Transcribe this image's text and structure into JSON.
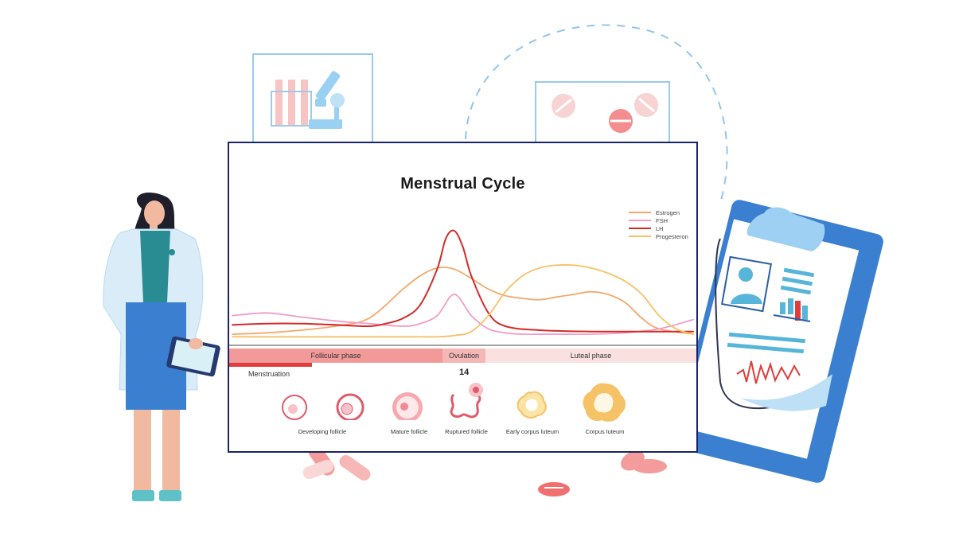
{
  "chart_data": {
    "type": "line",
    "title": "Menstrual Cycle",
    "x_range": [
      1,
      28
    ],
    "legend_position": "top-right",
    "series": [
      {
        "name": "Estrogen",
        "color": "#f4a86c",
        "x": [
          1,
          3,
          5,
          7,
          9,
          11,
          12,
          13,
          14,
          15,
          16,
          17,
          18,
          19,
          20,
          21,
          22,
          23,
          24,
          25,
          26,
          28
        ],
        "y": [
          6,
          7,
          9,
          12,
          18,
          40,
          50,
          56,
          55,
          48,
          40,
          35,
          33,
          32,
          34,
          36,
          38,
          36,
          30,
          18,
          10,
          6
        ]
      },
      {
        "name": "FSH",
        "color": "#ee9ec8",
        "x": [
          1,
          3,
          5,
          7,
          9,
          11,
          12,
          13,
          14,
          15,
          16,
          17,
          18,
          20,
          22,
          24,
          26,
          28
        ],
        "y": [
          20,
          22,
          19,
          16,
          14,
          12,
          14,
          20,
          36,
          20,
          10,
          7,
          6,
          6,
          6,
          7,
          10,
          17
        ]
      },
      {
        "name": "LH",
        "color": "#d42a2a",
        "x": [
          1,
          3,
          5,
          7,
          9,
          10,
          11,
          12,
          13,
          13.5,
          14,
          14.5,
          15,
          16,
          17,
          19,
          22,
          25,
          28
        ],
        "y": [
          13,
          14,
          14,
          13,
          12,
          14,
          18,
          28,
          55,
          78,
          84,
          72,
          50,
          22,
          12,
          9,
          8,
          8,
          8
        ]
      },
      {
        "name": "Progesteron",
        "color": "#f5c266",
        "x": [
          1,
          5,
          9,
          12,
          13,
          14,
          15,
          16,
          17,
          18,
          19,
          20,
          21,
          22,
          23,
          24,
          25,
          26,
          27,
          28
        ],
        "y": [
          4,
          4,
          4,
          4,
          4,
          5,
          8,
          20,
          38,
          50,
          56,
          58,
          58,
          56,
          52,
          46,
          36,
          20,
          10,
          6
        ]
      }
    ],
    "phases": [
      {
        "label": "Follicular phase",
        "color": "#f29a9a"
      },
      {
        "label": "Ovulation",
        "color": "#f5b6b6"
      },
      {
        "label": "Luteal phase",
        "color": "#fbe0e0"
      }
    ],
    "menstruation_label": "Menstruation",
    "ovulation_day": "14",
    "follicle_stages": [
      "Developing follicle",
      "Mature follicle",
      "Ruptured follicle",
      "Early corpus luteum",
      "Corpus luteum"
    ]
  }
}
